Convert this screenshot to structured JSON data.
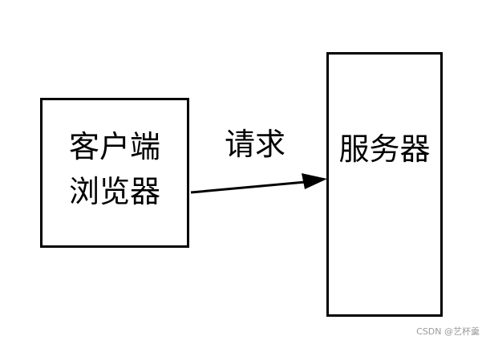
{
  "diagram": {
    "client": {
      "line1": "客户端",
      "line2": "浏览器"
    },
    "request_label": "请求",
    "server_label": "服务器"
  },
  "watermark": "CSDN @艺杯羹",
  "colors": {
    "stroke": "#000000",
    "background": "#ffffff",
    "watermark": "#9a9a9a"
  }
}
